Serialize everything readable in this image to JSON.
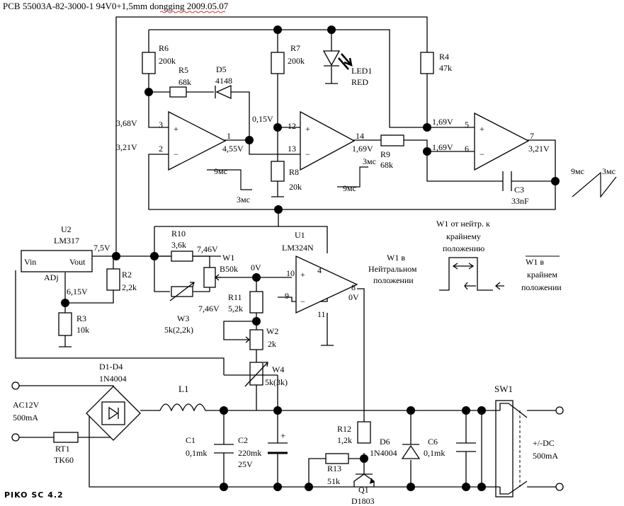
{
  "header": {
    "title": "PCB 55003A-82-3000-1 94V0+1,5mm dongging 2009.05.07"
  },
  "components": {
    "R6": {
      "ref": "R6",
      "value": "200k"
    },
    "R5": {
      "ref": "R5",
      "value": "68k"
    },
    "D5": {
      "ref": "D5",
      "value": "4148"
    },
    "R7": {
      "ref": "R7",
      "value": "200k"
    },
    "LED1": {
      "ref": "LED1",
      "value": "RED"
    },
    "R4": {
      "ref": "R4",
      "value": "47k"
    },
    "R8": {
      "ref": "R8",
      "value": "20k"
    },
    "R9": {
      "ref": "R9",
      "value": "68k"
    },
    "C3": {
      "ref": "C3",
      "value": "33nF"
    },
    "U2": {
      "ref": "U2",
      "value": "LM317",
      "vin": "Vin",
      "vout": "Vout",
      "adj": "ADj"
    },
    "R2": {
      "ref": "R2",
      "value": "2,2k"
    },
    "R3": {
      "ref": "R3",
      "value": "10k"
    },
    "R10": {
      "ref": "R10",
      "value": "3,6k"
    },
    "W1": {
      "ref": "W1",
      "value": "B50k"
    },
    "W3": {
      "ref": "W3",
      "value": "5k(2,2k)"
    },
    "R11": {
      "ref": "R11",
      "value": "5,2k"
    },
    "W2": {
      "ref": "W2",
      "value": "2k"
    },
    "W4": {
      "ref": "W4",
      "value": "5k(3k)"
    },
    "U1": {
      "ref": "U1",
      "value": "LM324N"
    },
    "D1D4": {
      "ref": "D1-D4",
      "value": "1N4004"
    },
    "L1": {
      "ref": "L1"
    },
    "RT1": {
      "ref": "RT1",
      "value": "TK60"
    },
    "C1": {
      "ref": "C1",
      "value": "0,1mk"
    },
    "C2": {
      "ref": "C2",
      "value": "220mk",
      "voltage": "25V"
    },
    "R12": {
      "ref": "R12",
      "value": "1,2k"
    },
    "D6": {
      "ref": "D6",
      "value": "1N4004"
    },
    "C6": {
      "ref": "C6",
      "value": "0,1mk"
    },
    "R13": {
      "ref": "R13",
      "value": "51k"
    },
    "Q1": {
      "ref": "Q1",
      "value": "D1803"
    },
    "SW1": {
      "ref": "SW1"
    }
  },
  "voltages": {
    "v368": "3,68V",
    "v321a": "3,21V",
    "v455": "4,55V",
    "v015": "0,15V",
    "v169a": "1,69V",
    "v169b": "1,69V",
    "v169c": "1,69V",
    "v321b": "3,21V",
    "v75": "7,5V",
    "v615": "6,15V",
    "v746a": "7,46V",
    "v746b": "7,46V",
    "v0a": "0V",
    "v0b": "0V"
  },
  "pins": {
    "p3": "3",
    "p2": "2",
    "p1": "1",
    "p12": "12",
    "p13": "13",
    "p14": "14",
    "p5": "5",
    "p6": "6",
    "p7": "7",
    "p10": "10",
    "p9": "9",
    "p4": "4",
    "p8": "8",
    "p11": "11"
  },
  "signals": {
    "s9ms_a": "9мс",
    "s3ms_a": "3мс",
    "s3ms_b": "3мс",
    "s9ms_b": "9мс",
    "s9ms_c": "9мс",
    "s3ms_c": "3мс"
  },
  "input": {
    "ac_line1": "AC12V",
    "ac_line2": "500mA"
  },
  "output": {
    "dc_line1": "+/-DC",
    "dc_line2": "500mA"
  },
  "notes": {
    "w1_neutral": [
      "W1 в",
      "Нейтральном",
      "положении"
    ],
    "w1_move": [
      "W1 от нейтр. к",
      "крайнему",
      "положению"
    ],
    "w1_extreme": [
      "W1 в",
      "крайнем",
      "положении"
    ]
  },
  "footer": {
    "logo": "PIKO SC 4.2"
  }
}
